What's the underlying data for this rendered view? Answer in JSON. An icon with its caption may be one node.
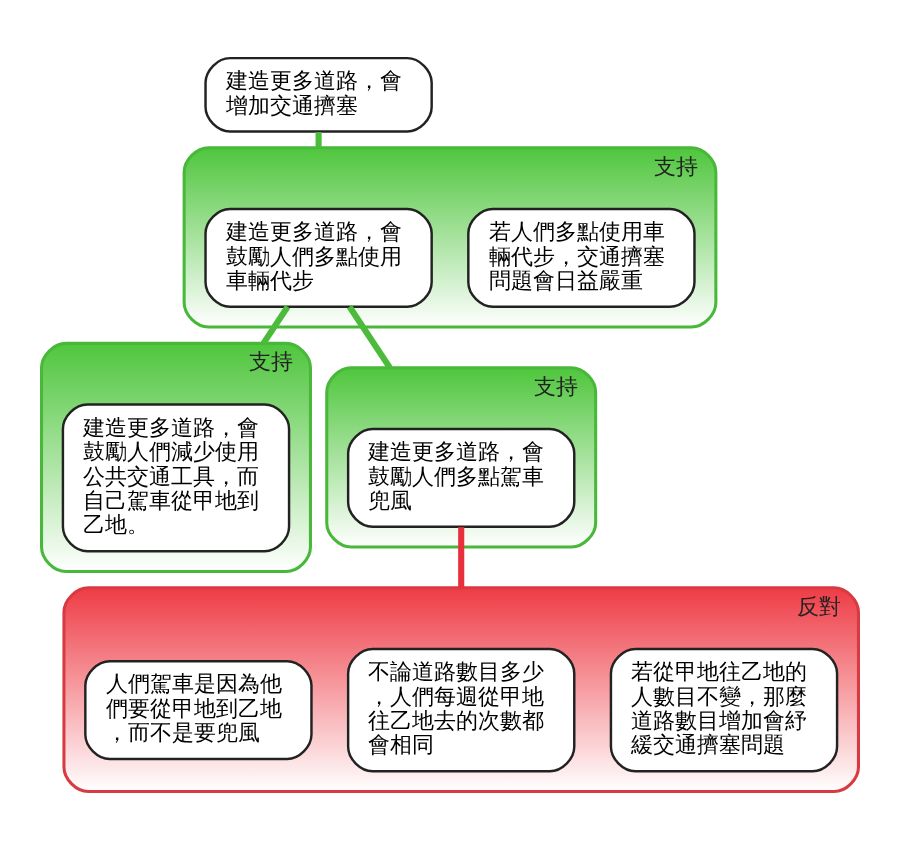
{
  "diagram": {
    "nodes": [
      {
        "text": [
          "建造更多道路，會增加交通擠塞"
        ]
      },
      {
        "text": [
          "支持"
        ]
      },
      {
        "text": [
          "建造更多道路，會鼓勵人們多點使用車輛代步"
        ],
        "in": 1
      },
      {
        "text": [
          "若人們多點使用車輛代步，交通擠塞問題會日益嚴重"
        ],
        "in": 1
      },
      {
        "text": [
          "支持"
        ]
      },
      {
        "text": [
          "建造更多道路，會鼓勵人們減少使用公共交通工具，而自己駕車從甲地到乙地。"
        ],
        "in": 4
      },
      {
        "text": [
          "支持"
        ]
      },
      {
        "text": [
          "建造更多道路，會鼓勵人們多點駕車兜風"
        ],
        "in": 6
      },
      {
        "text": [
          "反對"
        ]
      },
      {
        "text": [
          "人們駕車是因為他們要從甲地到乙地，而不是要兜風"
        ],
        "in": 8
      },
      {
        "text": [
          "不論道路數目多少，人們每週從甲地往乙地去的次數都會相同"
        ],
        "in": 8
      },
      {
        "text": [
          "若從甲地往乙地的人數目不變，那麼道路數目增加會紓緩交通擠塞問題"
        ],
        "in": 8
      }
    ],
    "edges": [
      {
        "from": 0,
        "to": 1,
        "arrow": "none"
      },
      {
        "from": 2,
        "to": 4,
        "arrow": "none"
      },
      {
        "from": 2,
        "to": 6,
        "arrow": "none"
      },
      {
        "from": 7,
        "to": 8,
        "arrow": "none",
        "color": "#e8303c"
      }
    ]
  }
}
